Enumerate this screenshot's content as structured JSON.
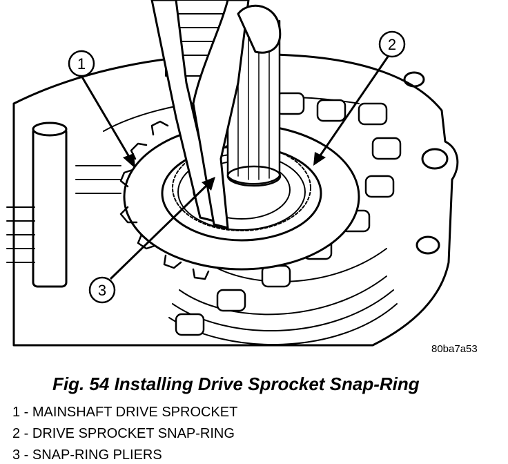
{
  "figure": {
    "caption": "Fig. 54 Installing Drive Sprocket Snap-Ring",
    "image_code": "80ba7a53",
    "callouts": [
      "1",
      "2",
      "3"
    ]
  },
  "legend": [
    {
      "text": "1 - MAINSHAFT DRIVE SPROCKET"
    },
    {
      "text": "2 - DRIVE SPROCKET SNAP-RING"
    },
    {
      "text": "3 - SNAP-RING PLIERS"
    }
  ]
}
